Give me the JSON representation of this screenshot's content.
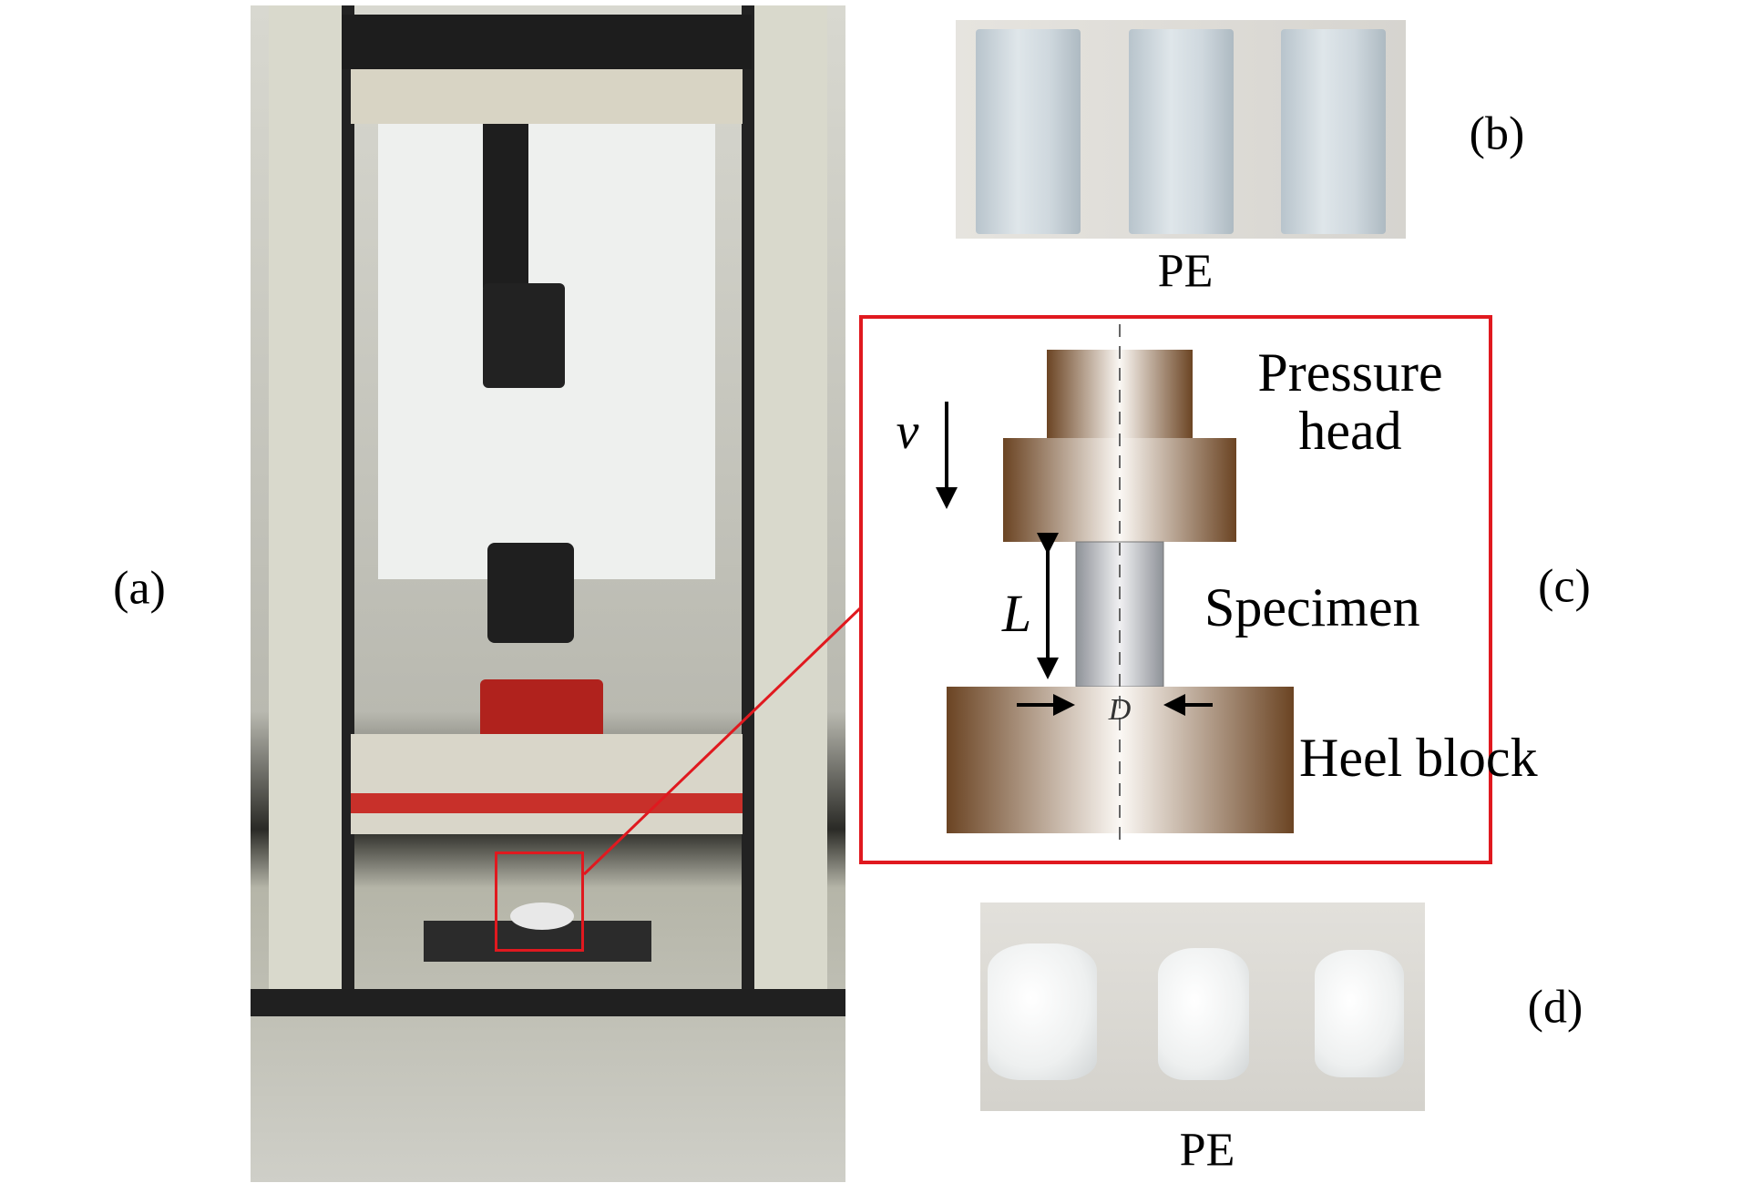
{
  "panels": {
    "a": {
      "label": "(a)"
    },
    "b": {
      "label": "(b)",
      "caption": "PE"
    },
    "c": {
      "label": "(c)",
      "pressure_head": [
        "Pressure",
        "head"
      ],
      "specimen": "Specimen",
      "heel_block": "Heel block",
      "velocity_symbol": "v",
      "length_symbol": "L",
      "diameter_symbol": "D"
    },
    "d": {
      "label": "(d)",
      "caption": "PE"
    }
  },
  "colors": {
    "highlight": "#e0191f",
    "metal": "#6b4423",
    "specimen": "#9a9ea3"
  }
}
